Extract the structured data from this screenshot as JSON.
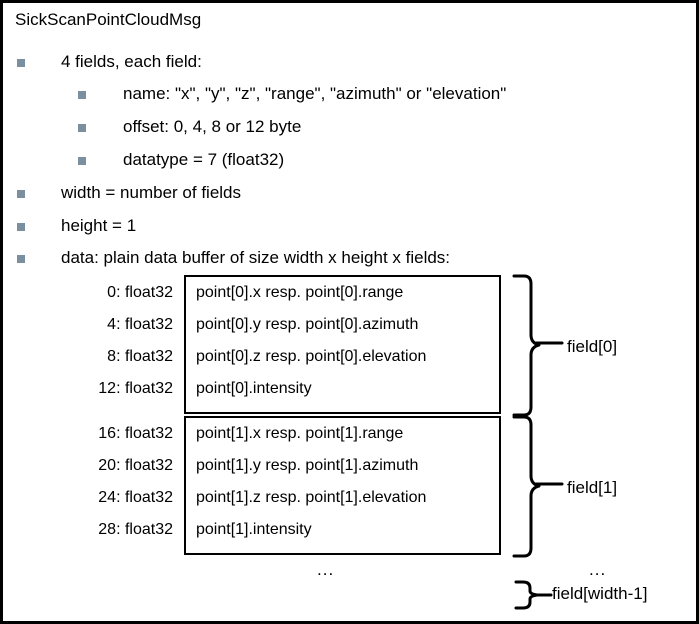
{
  "diagram": {
    "title": "SickScanPointCloudMsg",
    "bullets": [
      {
        "level": 1,
        "text": "4 fields, each field:"
      },
      {
        "level": 2,
        "text": "name: \"x\", \"y\", \"z\", \"range\", \"azimuth\"  or \"elevation\""
      },
      {
        "level": 2,
        "text": "offset: 0, 4, 8 or 12 byte"
      },
      {
        "level": 2,
        "text": "datatype = 7 (float32)"
      },
      {
        "level": 1,
        "text": "width = number of fields"
      },
      {
        "level": 1,
        "text": "height = 1"
      },
      {
        "level": 1,
        "text": "data: plain data buffer of size width x height x fields:"
      }
    ],
    "offsets": [
      "0: float32",
      "4: float32",
      "8: float32",
      "12: float32",
      "16: float32",
      "20: float32",
      "24: float32",
      "28: float32"
    ],
    "boxes": [
      {
        "label": "field[0]",
        "lines": [
          "point[0].x resp. point[0].range",
          "point[0].y resp. point[0].azimuth",
          "point[0].z resp. point[0].elevation",
          "point[0].intensity"
        ]
      },
      {
        "label": "field[1]",
        "lines": [
          "point[1].x resp. point[1].range",
          "point[1].y resp. point[1].azimuth",
          "point[1].z resp. point[1].elevation",
          "point[1].intensity"
        ]
      }
    ],
    "last_field_label": "field[width-1]",
    "ellipsis_left": "...",
    "ellipsis_right": "...",
    "colors": {
      "border": "#000000",
      "bullet": "#7c8f9e",
      "background": "#ffffff",
      "text": "#000000"
    }
  }
}
